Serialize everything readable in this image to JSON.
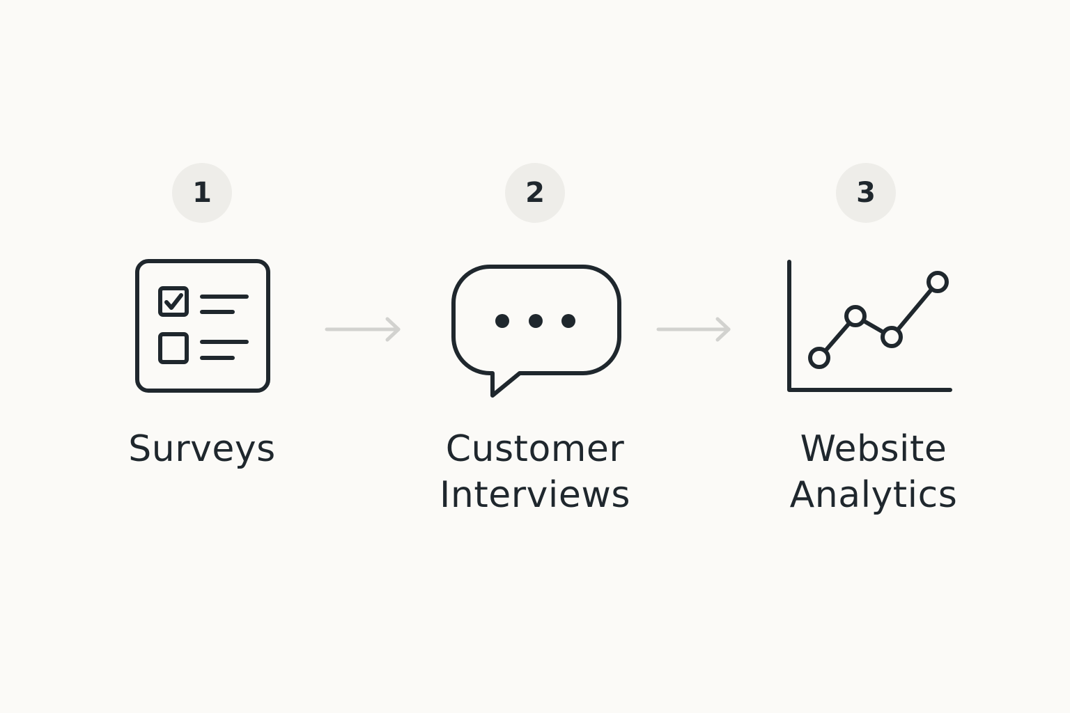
{
  "steps": [
    {
      "number": "1",
      "label_lines": [
        "Surveys"
      ],
      "icon": "survey-checklist-icon"
    },
    {
      "number": "2",
      "label_lines": [
        "Customer",
        "Interviews"
      ],
      "icon": "chat-bubble-icon"
    },
    {
      "number": "3",
      "label_lines": [
        "Website",
        "Analytics"
      ],
      "icon": "line-chart-icon"
    }
  ],
  "connectors": [
    {
      "from": "1",
      "to": "2",
      "icon": "arrow-right-icon"
    },
    {
      "from": "2",
      "to": "3",
      "icon": "arrow-right-icon"
    }
  ],
  "colors": {
    "background": "#fbfaf7",
    "ink": "#1f272d",
    "badge": "#eeede9",
    "arrow": "#d2d2cf"
  }
}
